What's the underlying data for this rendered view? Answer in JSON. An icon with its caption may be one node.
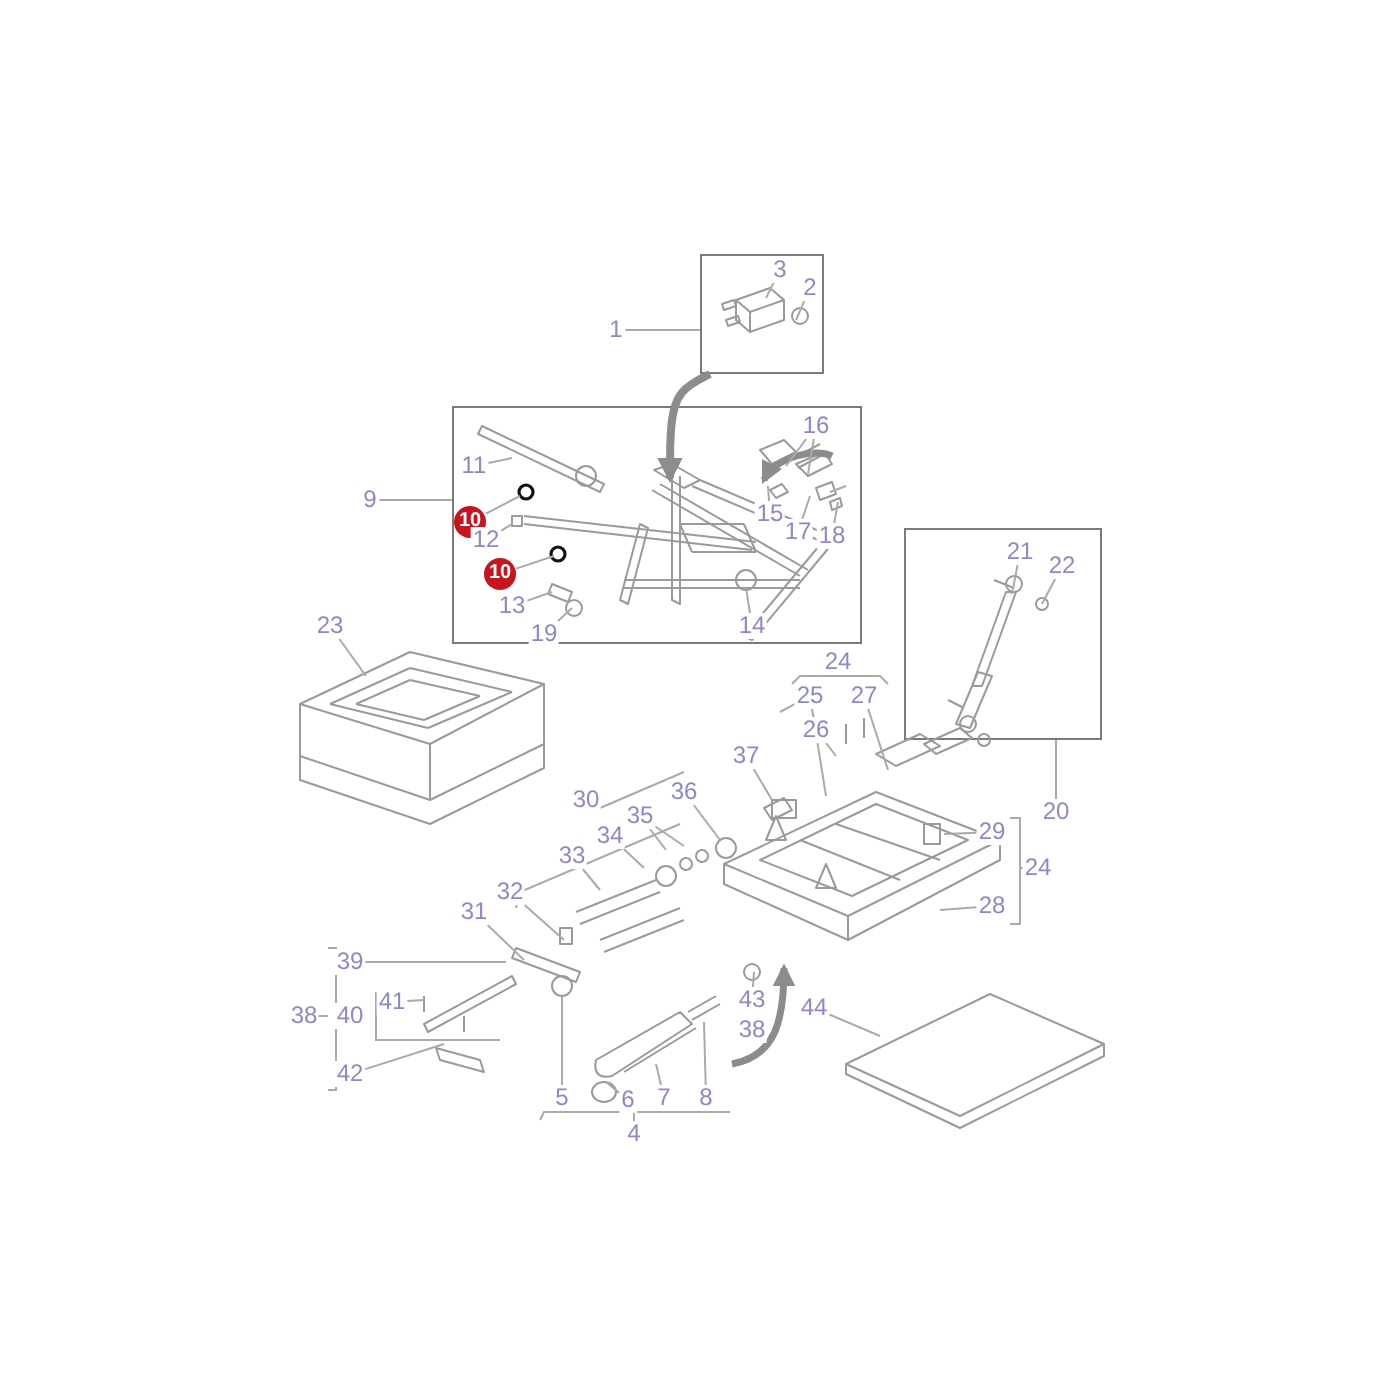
{
  "diagram": {
    "nodes": [
      {
        "text": [
          "1"
        ]
      },
      {
        "text": [],
        "shape": "box"
      },
      {
        "text": [
          "3"
        ],
        "in": 1
      },
      {
        "text": [
          "2"
        ],
        "in": 1
      },
      {
        "text": [
          "9"
        ]
      },
      {
        "text": [],
        "shape": "box"
      },
      {
        "text": [
          "16"
        ],
        "in": 5
      },
      {
        "text": [
          "11"
        ],
        "in": 5
      },
      {
        "text": [
          "10"
        ],
        "in": 5
      },
      {
        "text": [
          "12"
        ],
        "in": 5
      },
      {
        "text": [
          "15"
        ],
        "in": 5
      },
      {
        "text": [
          "17"
        ],
        "in": 5
      },
      {
        "text": [
          "18"
        ],
        "in": 5
      },
      {
        "text": [
          "10"
        ],
        "in": 5
      },
      {
        "text": [
          "13"
        ],
        "in": 5
      },
      {
        "text": [
          "19"
        ],
        "in": 5
      },
      {
        "text": [
          "14"
        ],
        "in": 5
      },
      {
        "text": [],
        "shape": "box"
      },
      {
        "text": [
          "21"
        ],
        "in": 17
      },
      {
        "text": [
          "22"
        ],
        "in": 17
      },
      {
        "text": [
          "20"
        ]
      },
      {
        "text": [
          "23"
        ]
      },
      {
        "text": [
          "25"
        ]
      },
      {
        "text": [
          "27"
        ]
      },
      {
        "text": [
          "26"
        ]
      },
      {
        "text": [
          "37"
        ]
      },
      {
        "text": [
          "36"
        ]
      },
      {
        "text": [
          "35"
        ]
      },
      {
        "text": [
          "34"
        ]
      },
      {
        "text": [
          "33"
        ]
      },
      {
        "text": [
          "29"
        ]
      },
      {
        "text": [
          "28"
        ]
      },
      {
        "text": [
          "32"
        ]
      },
      {
        "text": [
          "31"
        ]
      },
      {
        "text": [
          "39"
        ]
      },
      {
        "text": [
          "41"
        ]
      },
      {
        "text": [
          "42"
        ]
      },
      {
        "text": [
          "43"
        ]
      },
      {
        "text": [
          "44"
        ]
      },
      {
        "text": [
          "5"
        ]
      },
      {
        "text": [
          "6"
        ]
      },
      {
        "text": [
          "7"
        ]
      },
      {
        "text": [
          "8"
        ]
      },
      {
        "text": [
          "24"
        ]
      },
      {
        "text": [
          "30"
        ]
      },
      {
        "text": [
          "24"
        ]
      },
      {
        "text": [
          "38"
        ]
      },
      {
        "text": [
          "40"
        ]
      },
      {
        "text": [
          "38"
        ]
      },
      {
        "text": [
          "4"
        ]
      }
    ],
    "edges": [
      {
        "from": 0,
        "to": 1,
        "arrow": "none"
      },
      {
        "from": 1,
        "to": 5,
        "arrow": "to",
        "style": "thick",
        "color": "#8c8c8c"
      },
      {
        "from": 4,
        "to": 5,
        "arrow": "none"
      },
      {
        "from": 20,
        "to": 17,
        "arrow": "none"
      },
      {
        "from": 2,
        "to": null,
        "arrow": "none"
      },
      {
        "from": 3,
        "to": null,
        "arrow": "none"
      },
      {
        "from": 6,
        "to": null,
        "arrow": "none"
      },
      {
        "from": 6,
        "to": null,
        "arrow": "none"
      },
      {
        "from": 7,
        "to": null,
        "arrow": "none"
      },
      {
        "from": 8,
        "to": null,
        "arrow": "none"
      },
      {
        "from": 9,
        "to": null,
        "arrow": "none"
      },
      {
        "from": 10,
        "to": null,
        "arrow": "none"
      },
      {
        "from": 11,
        "to": null,
        "arrow": "none"
      },
      {
        "from": 12,
        "to": null,
        "arrow": "none"
      },
      {
        "from": 13,
        "to": null,
        "arrow": "none"
      },
      {
        "from": 14,
        "to": null,
        "arrow": "none"
      },
      {
        "from": 15,
        "to": null,
        "arrow": "none"
      },
      {
        "from": 16,
        "to": null,
        "arrow": "none"
      },
      {
        "from": 18,
        "to": null,
        "arrow": "none"
      },
      {
        "from": 19,
        "to": null,
        "arrow": "none"
      },
      {
        "from": 21,
        "to": null,
        "arrow": "none"
      },
      {
        "from": 22,
        "to": null,
        "arrow": "none"
      },
      {
        "from": 22,
        "to": null,
        "arrow": "none"
      },
      {
        "from": 23,
        "to": null,
        "arrow": "none"
      },
      {
        "from": 24,
        "to": null,
        "arrow": "none"
      },
      {
        "from": 25,
        "to": null,
        "arrow": "none"
      },
      {
        "from": 26,
        "to": null,
        "arrow": "none"
      },
      {
        "from": 27,
        "to": null,
        "arrow": "none"
      },
      {
        "from": 27,
        "to": null,
        "arrow": "none"
      },
      {
        "from": 28,
        "to": null,
        "arrow": "none"
      },
      {
        "from": 29,
        "to": null,
        "arrow": "none"
      },
      {
        "from": 30,
        "to": null,
        "arrow": "none"
      },
      {
        "from": 31,
        "to": null,
        "arrow": "none"
      },
      {
        "from": 32,
        "to": null,
        "arrow": "none"
      },
      {
        "from": 33,
        "to": null,
        "arrow": "none"
      },
      {
        "from": 34,
        "to": null,
        "arrow": "none"
      },
      {
        "from": 35,
        "to": null,
        "arrow": "none"
      },
      {
        "from": 36,
        "to": null,
        "arrow": "none"
      },
      {
        "from": 37,
        "to": null,
        "arrow": "none"
      },
      {
        "from": 38,
        "to": null,
        "arrow": "none"
      },
      {
        "from": 39,
        "to": null,
        "arrow": "none"
      },
      {
        "from": 40,
        "to": null,
        "arrow": "none"
      },
      {
        "from": 41,
        "to": null,
        "arrow": "none"
      },
      {
        "from": 42,
        "to": null,
        "arrow": "none"
      }
    ]
  }
}
